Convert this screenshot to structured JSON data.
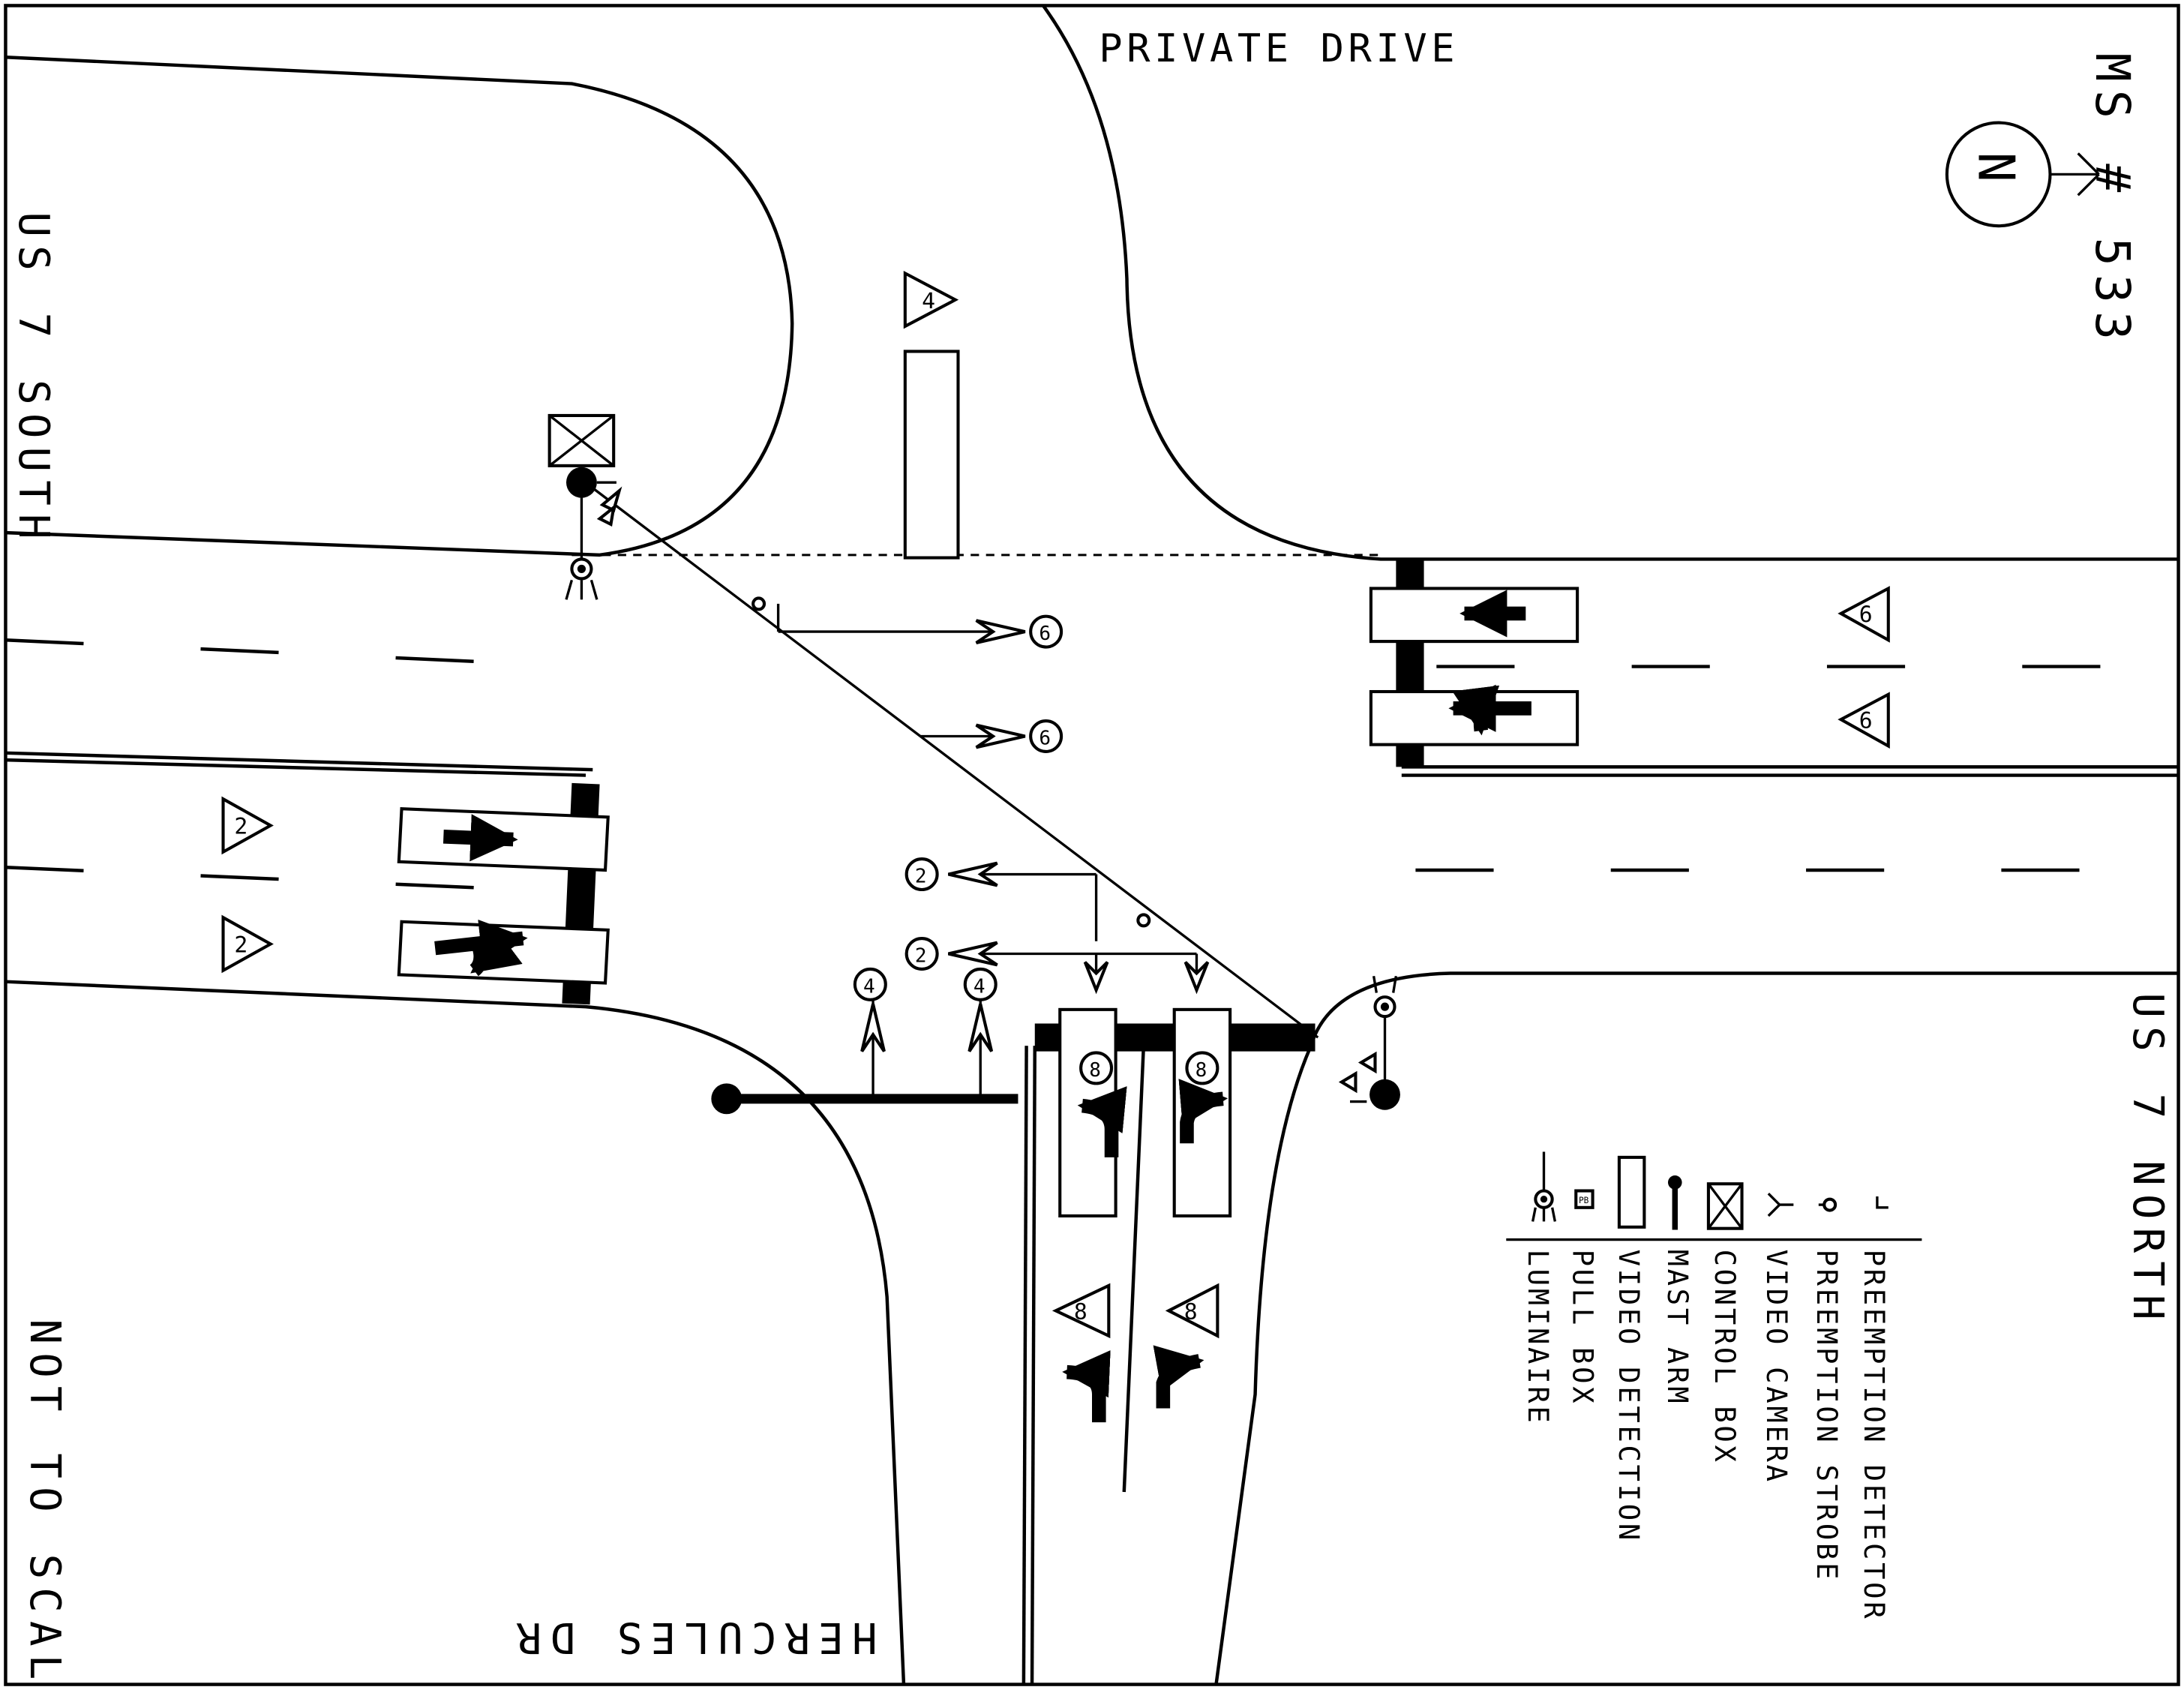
{
  "labels": {
    "private_drive": "PRIVATE DRIVE",
    "ms_number": "MS # 533",
    "north": "N",
    "us7_south": "US 7 SOUTH",
    "us7_north": "US 7 NORTH",
    "hercules_dr": "HERCULES DR",
    "not_to_scale": "NOT TO SCALE"
  },
  "phase_triangles": {
    "north_approach": "4",
    "west_upper": "6",
    "west_lower": "6",
    "east_upper": "2",
    "east_lower": "2",
    "south_left": "8",
    "south_right": "8"
  },
  "detector_circles": {
    "c6_a": "6",
    "c6_b": "6",
    "c2_a": "2",
    "c2_b": "2",
    "c4_a": "4",
    "c4_b": "4",
    "c8_a": "8",
    "c8_b": "8"
  },
  "legend": [
    {
      "icon": "preemption-detector-icon",
      "label": "PREEMPTION DETECTOR"
    },
    {
      "icon": "preemption-strobe-icon",
      "label": "PREEMPTION STROBE"
    },
    {
      "icon": "video-camera-icon",
      "label": "VIDEO CAMERA"
    },
    {
      "icon": "control-box-icon",
      "label": "CONTROL BOX"
    },
    {
      "icon": "mast-arm-icon",
      "label": "MAST ARM"
    },
    {
      "icon": "video-detection-icon",
      "label": "VIDEO DETECTION"
    },
    {
      "icon": "pull-box-icon",
      "label": "PULL BOX",
      "badge": "PB"
    },
    {
      "icon": "luminaire-icon",
      "label": "LUMINAIRE"
    }
  ]
}
